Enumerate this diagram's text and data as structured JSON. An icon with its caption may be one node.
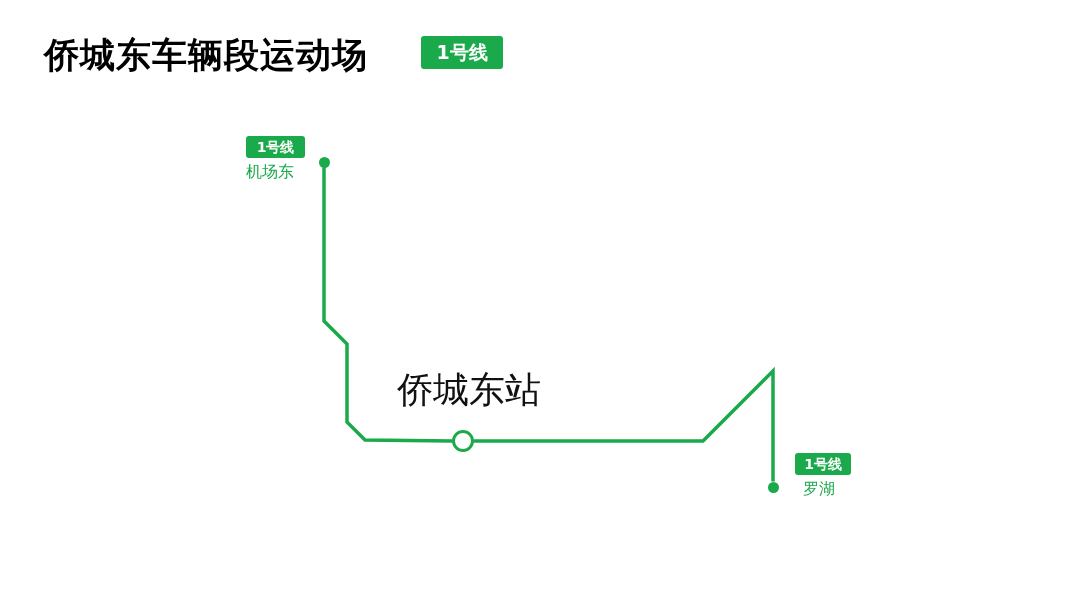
{
  "diagram": {
    "title": "侨城东车辆段运动场",
    "nodes": [
      {
        "text": [],
        "shape": "circle",
        "beside": [
          "1号线",
          "机场东"
        ]
      },
      {
        "text": [],
        "shape": "circle",
        "beside": [
          "侨城东站"
        ]
      },
      {
        "text": [],
        "shape": "circle",
        "beside": [
          "1号线",
          "罗湖"
        ]
      }
    ],
    "edges": [
      {
        "from": 0,
        "to": 1,
        "arrow": "none"
      },
      {
        "from": 1,
        "to": 2,
        "arrow": "none"
      }
    ],
    "labels": [
      "1号线"
    ]
  }
}
